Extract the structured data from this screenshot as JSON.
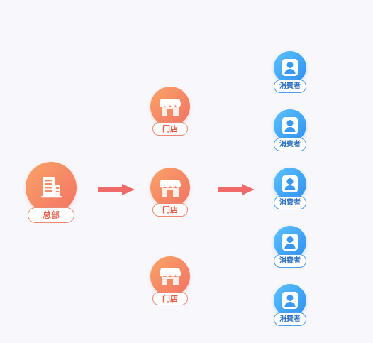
{
  "headquarters": {
    "label": "总部",
    "icon": "building-icon"
  },
  "stores": [
    {
      "label": "门店",
      "icon": "storefront-icon"
    },
    {
      "label": "门店",
      "icon": "storefront-icon"
    },
    {
      "label": "门店",
      "icon": "storefront-icon"
    }
  ],
  "consumers": [
    {
      "label": "消费者",
      "icon": "person-icon"
    },
    {
      "label": "消费者",
      "icon": "person-icon"
    },
    {
      "label": "消费者",
      "icon": "person-icon"
    },
    {
      "label": "消费者",
      "icon": "person-icon"
    },
    {
      "label": "消费者",
      "icon": "person-icon"
    }
  ],
  "colors": {
    "orange_start": "#f9a366",
    "orange_end": "#f37266",
    "blue_start": "#5cc2ff",
    "blue_end": "#2f8ff0",
    "arrow": "#f06a6a",
    "background": "#f8f8fc"
  }
}
